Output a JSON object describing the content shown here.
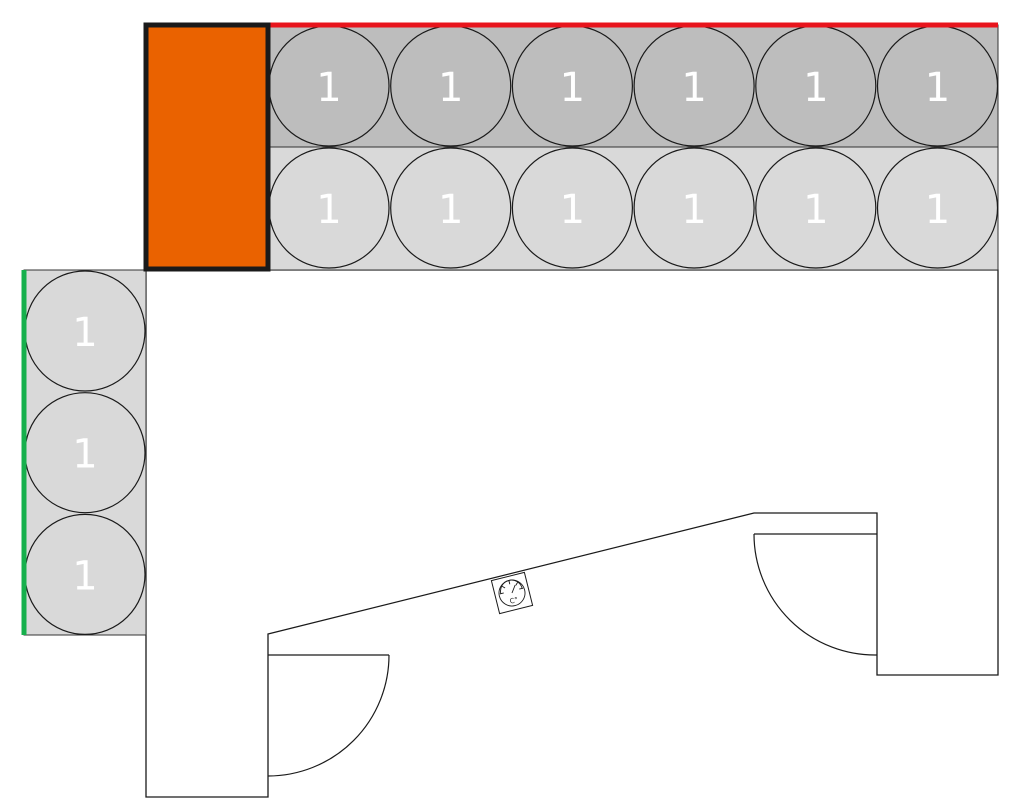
{
  "colors": {
    "cooler_block": "#ea6200",
    "cooler_outline": "#1a1a1a",
    "top_wall_highlight": "#e8141c",
    "left_wall_highlight": "#16b04c",
    "unit_dark": "#bdbdbd",
    "unit_light": "#d9d9d9",
    "unit_label": "#ffffff"
  },
  "shelf_units": {
    "top_row": [
      "1",
      "1",
      "1",
      "1",
      "1",
      "1"
    ],
    "second_row": [
      "1",
      "1",
      "1",
      "1",
      "1",
      "1"
    ],
    "left_column": [
      "1",
      "1",
      "1"
    ]
  },
  "thermometer": {
    "icon": "thermometer-icon",
    "label": "C°"
  },
  "doors": {
    "count": 2,
    "icon": "door-swing-icon"
  }
}
